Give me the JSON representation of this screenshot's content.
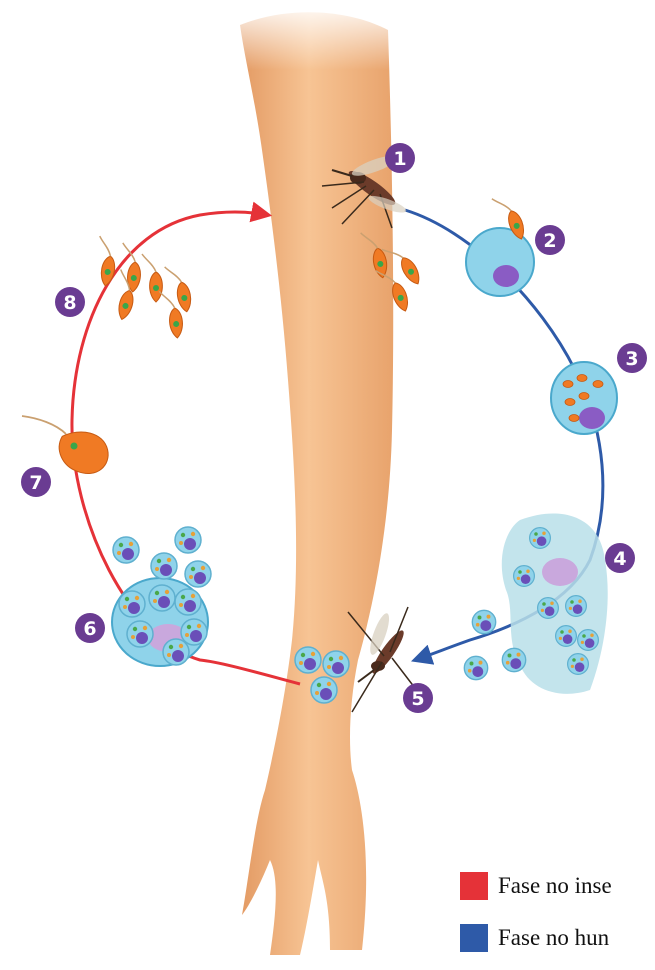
{
  "colors": {
    "insect_phase": "#e53238",
    "human_phase": "#2e5aa8",
    "step_badge": "#6a3c92",
    "skin": "#f0b27c",
    "cell": "#8fd3ea",
    "nucleus": "#8a5cc4",
    "parasite": "#f07a24"
  },
  "steps": [
    {
      "num": "1",
      "icon": "mosquito-bite-icon",
      "phase": "human"
    },
    {
      "num": "2",
      "icon": "promastigote-entering-cell-icon",
      "phase": "human"
    },
    {
      "num": "3",
      "icon": "infected-macrophage-icon",
      "phase": "human"
    },
    {
      "num": "4",
      "icon": "rupturing-macrophage-icon",
      "phase": "human"
    },
    {
      "num": "5",
      "icon": "mosquito-feeding-icon",
      "phase": "human"
    },
    {
      "num": "6",
      "icon": "amastigote-cell-cluster-icon",
      "phase": "insect"
    },
    {
      "num": "7",
      "icon": "promastigote-icon",
      "phase": "insect"
    },
    {
      "num": "8",
      "icon": "promastigote-group-icon",
      "phase": "insect"
    }
  ],
  "legend": [
    {
      "label": "Fase no inse",
      "color": "#e53238"
    },
    {
      "label": "Fase no hun",
      "color": "#2e5aa8"
    }
  ]
}
